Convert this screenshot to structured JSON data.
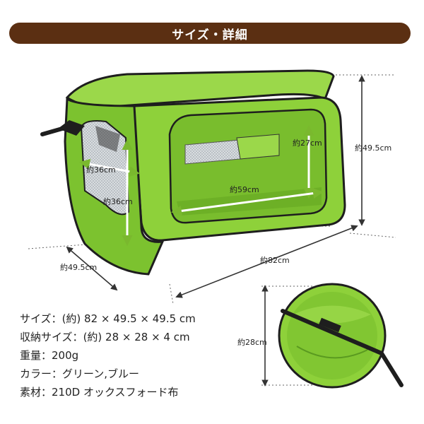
{
  "header": {
    "title": "サイズ・詳細"
  },
  "dimensions": {
    "total_height": "約49.5cm",
    "inner_height": "約27cm",
    "inner_width": "約59cm",
    "side_width": "約36cm",
    "side_height": "約36cm",
    "total_depth": "約49.5cm",
    "total_length": "約82cm",
    "folded_diameter": "約28cm"
  },
  "specs": [
    {
      "label": "サイズ：",
      "value": "(約) 82 × 49.5 × 49.5 cm"
    },
    {
      "label": "収納サイズ：",
      "value": "(約) 28 × 28 × 4 cm"
    },
    {
      "label": "重量：",
      "value": "200g"
    },
    {
      "label": "カラー：",
      "value": "グリーン,ブルー"
    },
    {
      "label": "素材：",
      "value": "210D オックスフォード布"
    }
  ],
  "colors": {
    "brand_brown": "#5b2f12",
    "tent_green": "#8ed13a",
    "tent_green_dark": "#6fb52a",
    "trim": "#222222"
  }
}
